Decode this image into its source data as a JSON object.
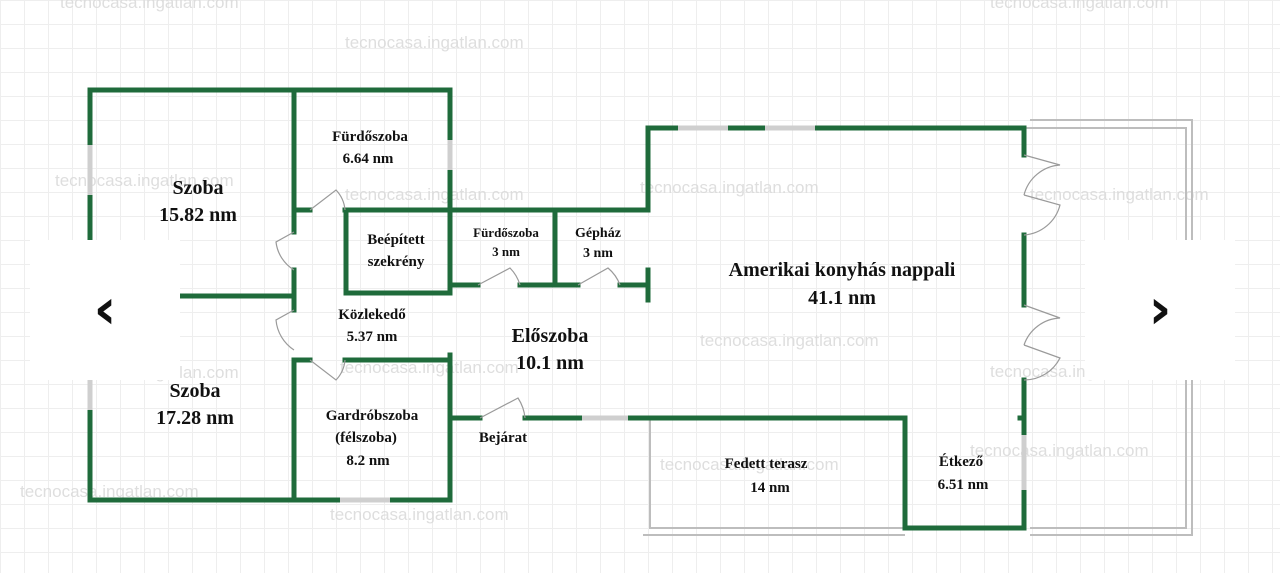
{
  "rooms": {
    "szoba1": {
      "name": "Szoba",
      "area": "15.82 nm"
    },
    "furdoszoba1": {
      "name": "Fürdőszoba",
      "area": "6.64 nm"
    },
    "beepitett": {
      "line1": "Beépített",
      "line2": "szekrény"
    },
    "furdoszoba2": {
      "name": "Fürdőszoba",
      "area": "3 nm"
    },
    "gephaz": {
      "name": "Gépház",
      "area": "3 nm"
    },
    "nappali": {
      "name": "Amerikai konyhás nappali",
      "area": "41.1 nm"
    },
    "kozlekedo": {
      "name": "Közlekedő",
      "area": "5.37 nm"
    },
    "eloszoba": {
      "name": "Előszoba",
      "area": "10.1 nm"
    },
    "szoba2": {
      "name": "Szoba",
      "area": "17.28 nm"
    },
    "gardrob": {
      "line1": "Gardróbszoba",
      "line2": "(félszoba)",
      "area": "8.2 nm"
    },
    "bejarat": {
      "name": "Bejárat"
    },
    "terasz": {
      "name": "Fedett terasz",
      "area": "14 nm"
    },
    "etkezo": {
      "name": "Étkező",
      "area": "6.51 nm"
    }
  },
  "watermark": "tecnocasa.ingatlan.com",
  "nav": {
    "prev_icon": "chevron-left-icon",
    "next_icon": "chevron-right-icon",
    "prev_glyph": "‹",
    "next_glyph": "›"
  },
  "colors": {
    "wall": "#1f6b3b",
    "grid": "#eeeeee",
    "window": "#cfcfcf"
  }
}
